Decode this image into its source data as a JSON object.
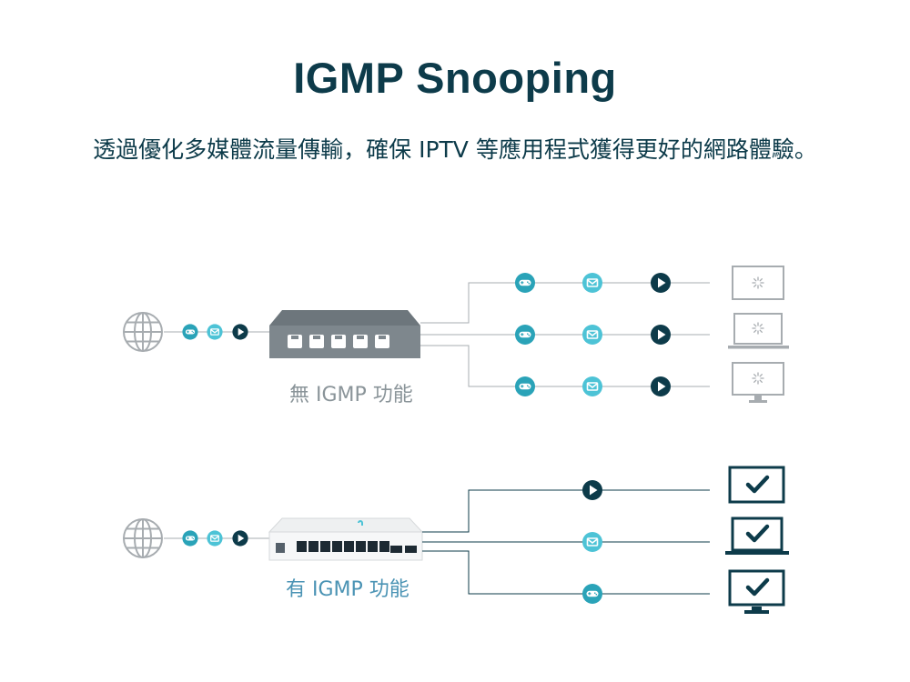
{
  "title": "IGMP Snooping",
  "subtitle": "透過優化多媒體流量傳輸，確保 IPTV 等應用程式獲得更好的網路體驗。",
  "sections": [
    {
      "label": "無 IGMP 功能",
      "device": "unmanaged-switch",
      "result": "loading"
    },
    {
      "label": "有 IGMP 功能",
      "device": "managed-switch",
      "result": "checkmark"
    }
  ],
  "icons": [
    "globe-icon",
    "game-controller-icon",
    "mail-icon",
    "play-icon",
    "laptop-icon",
    "desktop-icon",
    "loading-icon",
    "checkmark-icon"
  ],
  "colors": {
    "dark": "#0d3b4a",
    "teal": "#2aa3b8",
    "cyan": "#4dc3d6",
    "gray": "#a7acb0",
    "label_on": "#4a93b4"
  }
}
